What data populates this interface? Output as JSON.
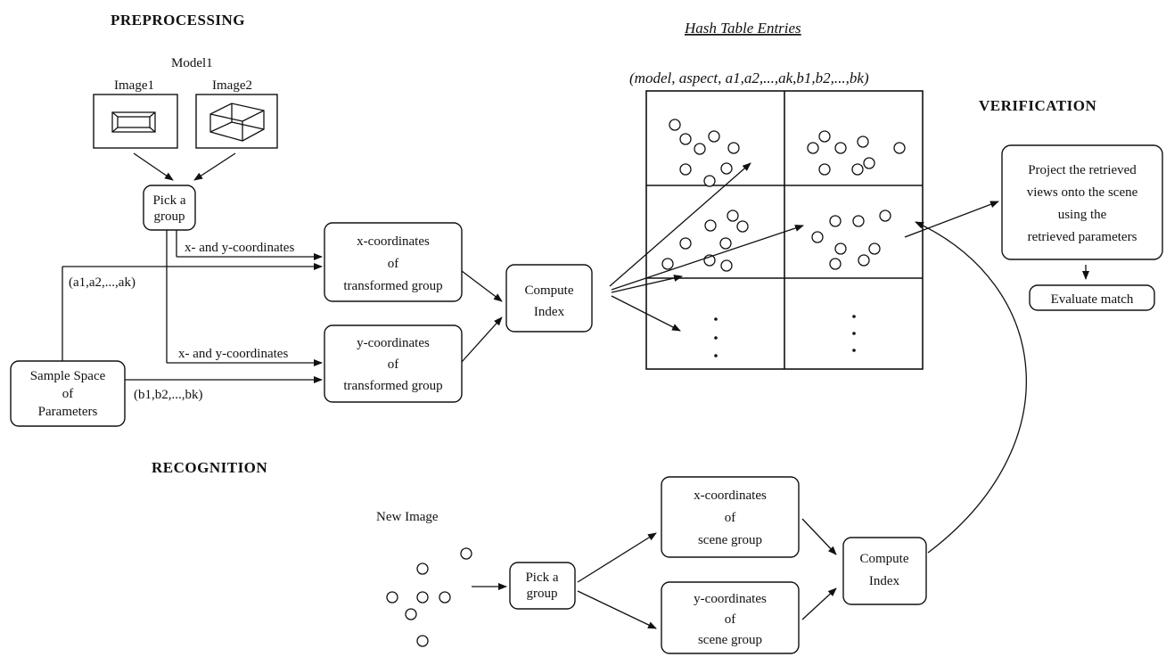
{
  "headers": {
    "preprocessing": "PREPROCESSING",
    "recognition": "RECOGNITION",
    "verification": "VERIFICATION"
  },
  "hash_table": {
    "title": "Hash Table Entries",
    "entry_format": "(model, aspect, a1,a2,...,ak,b1,b2,...,bk)"
  },
  "model": {
    "name": "Model1",
    "image1": "Image1",
    "image2": "Image2"
  },
  "preprocessing": {
    "pick_group": [
      "Pick a",
      "group"
    ],
    "xy_label_top": "x- and y-coordinates",
    "xy_label_bottom": "x- and y-coordinates",
    "a_params": "(a1,a2,...,ak)",
    "b_params": "(b1,b2,...,bk)",
    "sample_space": [
      "Sample Space",
      "of",
      "Parameters"
    ],
    "x_transformed": [
      "x-coordinates",
      "of",
      "transformed group"
    ],
    "y_transformed": [
      "y-coordinates",
      "of",
      "transformed group"
    ],
    "compute_index": [
      "Compute",
      "Index"
    ]
  },
  "recognition": {
    "new_image": "New Image",
    "pick_group": [
      "Pick a",
      "group"
    ],
    "x_scene": [
      "x-coordinates",
      "of",
      "scene group"
    ],
    "y_scene": [
      "y-coordinates",
      "of",
      "scene group"
    ],
    "compute_index": [
      "Compute",
      "Index"
    ]
  },
  "verification": {
    "project": [
      "Project the retrieved",
      "views onto the scene",
      "using the",
      "retrieved parameters"
    ],
    "evaluate": "Evaluate match"
  },
  "ellipsis": ":"
}
